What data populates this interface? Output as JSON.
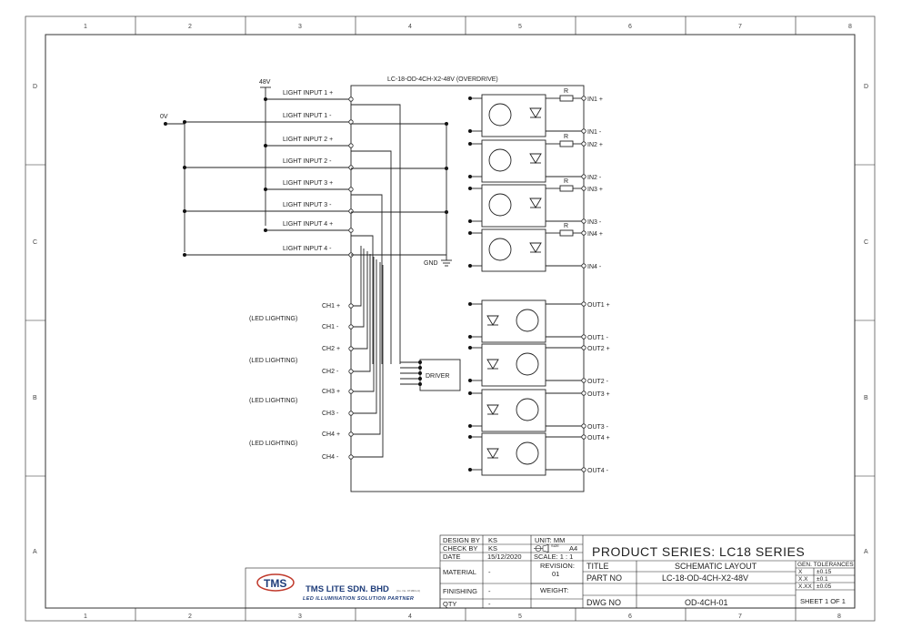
{
  "border": {
    "columns": [
      "1",
      "2",
      "3",
      "4",
      "5",
      "6",
      "7",
      "8"
    ],
    "rows": [
      "D",
      "C",
      "B",
      "A"
    ]
  },
  "schematic": {
    "title": "LC-18-OD-4CH-X2-48V (OVERDRIVE)",
    "supply_label": "48V",
    "zero_label": "0V",
    "gnd_label": "GND",
    "driver_label": "DRIVER",
    "resistor_label": "R",
    "light_inputs": [
      "LIGHT INPUT 1 +",
      "LIGHT INPUT 1 -",
      "LIGHT INPUT 2 +",
      "LIGHT INPUT 2 -",
      "LIGHT INPUT 3 +",
      "LIGHT INPUT 3 -",
      "LIGHT INPUT 4 +",
      "LIGHT INPUT 4 -"
    ],
    "channels": [
      "CH1 +",
      "CH1 -",
      "CH2 +",
      "CH2 -",
      "CH3 +",
      "CH3 -",
      "CH4 +",
      "CH4 -"
    ],
    "led_lighting_label": "(LED LIGHTING)",
    "inputs": [
      "IN1 +",
      "IN1 -",
      "IN2 +",
      "IN2 -",
      "IN3 +",
      "IN3 -",
      "IN4 +",
      "IN4 -"
    ],
    "outputs": [
      "OUT1 +",
      "OUT1 -",
      "OUT2 +",
      "OUT2 -",
      "OUT3 +",
      "OUT3 -",
      "OUT4 +",
      "OUT4 -"
    ]
  },
  "title_block": {
    "design_by_label": "DESIGN BY",
    "design_by": "KS",
    "check_by_label": "CHECK BY",
    "check_by": "KS",
    "date_label": "DATE",
    "date": "15/12/2020",
    "unit": "UNIT: MM",
    "size_label": "SIZE",
    "size": "A4",
    "scale": "SCALE: 1 : 1",
    "material_label": "MATERIAL",
    "material": "-",
    "finishing_label": "FINISHING",
    "finishing": "-",
    "qty_label": "QTY",
    "qty": "-",
    "revision_label": "REVISION:",
    "revision": "01",
    "weight_label": "WEIGHT:",
    "product_series": "PRODUCT SERIES:   LC18 SERIES",
    "title_label": "TITLE",
    "title": "SCHEMATIC  LAYOUT",
    "part_no_label": "PART NO",
    "part_no": "LC-18-OD-4CH-X2-48V",
    "dwg_no_label": "DWG NO",
    "dwg_no": "OD-4CH-01",
    "tolerances_label": "GEN. TOLERANCES",
    "tolerances": [
      [
        "X",
        "±0.15"
      ],
      [
        "X.X",
        "±0.1"
      ],
      [
        "X.XX",
        "±0.05"
      ]
    ],
    "sheet": "SHEET 1 OF 1",
    "company_logo": "TMS",
    "company_name": "TMS LITE SDN. BHD",
    "company_reg": "(Co. No. 971801-U)",
    "company_tagline": "LED ILLUMINATION SOLUTION PARTNER"
  }
}
